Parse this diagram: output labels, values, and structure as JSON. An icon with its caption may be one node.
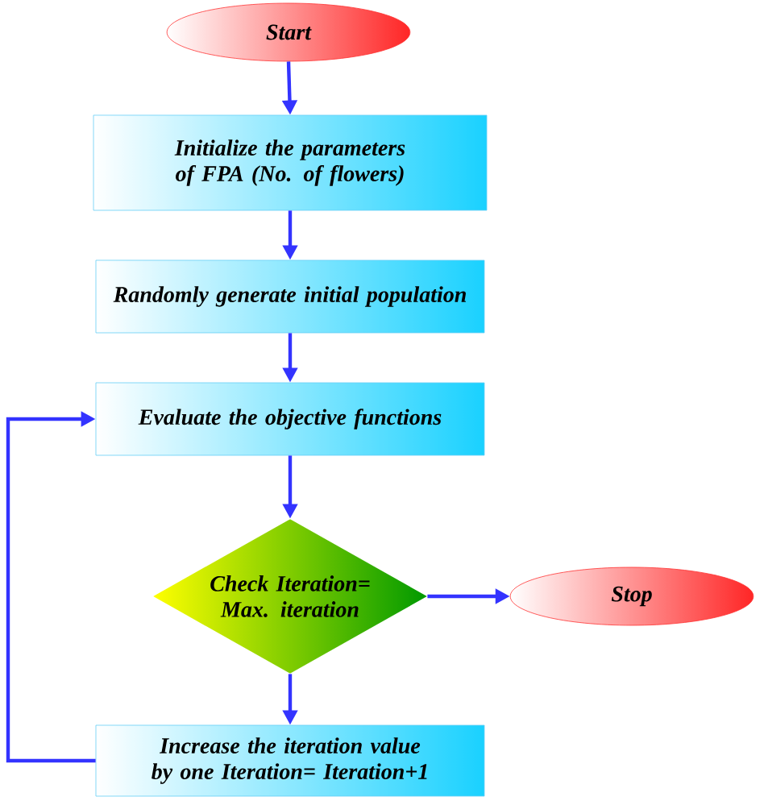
{
  "diagram": {
    "nodes": [
      {
        "text": [
          "Start"
        ]
      },
      {
        "text": [
          "Initialize the parameters of FPA (No. of flowers)"
        ]
      },
      {
        "text": [
          "Randomly generate initial population"
        ]
      },
      {
        "text": [
          "Evaluate the objective functions"
        ]
      },
      {
        "text": [
          "Check Iteration= Max. iteration"
        ]
      },
      {
        "text": [
          "Stop"
        ]
      },
      {
        "text": [
          "Increase the iteration value by one Iteration= Iteration+1"
        ]
      }
    ],
    "edges": [
      {
        "from": 0,
        "to": 1,
        "arrow": "to"
      },
      {
        "from": 1,
        "to": 2,
        "arrow": "to"
      },
      {
        "from": 2,
        "to": 3,
        "arrow": "to"
      },
      {
        "from": 3,
        "to": 4,
        "arrow": "to"
      },
      {
        "from": 4,
        "to": 5,
        "arrow": "to"
      },
      {
        "from": 4,
        "to": 6,
        "arrow": "to"
      },
      {
        "from": 6,
        "to": 3,
        "arrow": "to"
      }
    ]
  }
}
